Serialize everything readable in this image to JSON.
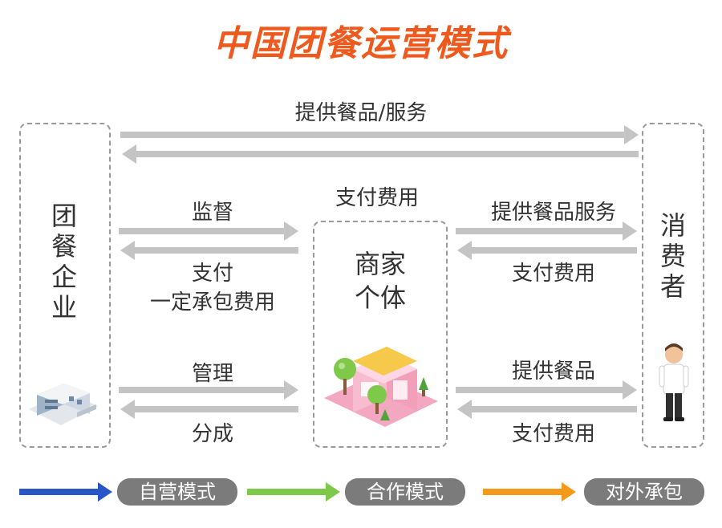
{
  "title": "中国团餐运营模式",
  "colors": {
    "title": "#ee5a1e",
    "arrow_gray": "#c4c4c4",
    "self_operated": "#2a55c7",
    "cooperation": "#7ec84a",
    "outsourcing": "#f39a1d",
    "pill_bg": "#7b7b7b"
  },
  "nodes": {
    "enterprise": "团餐企业",
    "merchant": "商家个体",
    "consumer": "消费者"
  },
  "flows": {
    "top_service": "提供餐品/服务",
    "pay_fee_center": "支付费用",
    "supervise": "监督",
    "pay_fixed_line1": "支付",
    "pay_fixed_line2": "一定承包费用",
    "provide_meal_service": "提供餐品服务",
    "pay_fee_right_mid": "支付费用",
    "manage": "管理",
    "share": "分成",
    "provide_meal": "提供餐品",
    "pay_fee_right_bottom": "支付费用"
  },
  "legend": [
    {
      "label": "自营模式",
      "color_key": "self_operated"
    },
    {
      "label": "合作模式",
      "color_key": "cooperation"
    },
    {
      "label": "对外承包",
      "color_key": "outsourcing"
    }
  ],
  "icons": {
    "enterprise": "building-icon",
    "merchant": "shop-icon",
    "consumer": "person-icon"
  }
}
